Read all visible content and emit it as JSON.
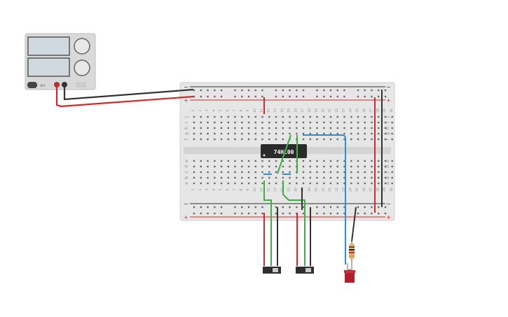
{
  "power_supply": {
    "display_top": "",
    "display_bottom": "",
    "knob_top_label": "",
    "knob_bottom_label": "",
    "button_label": "OFF"
  },
  "breadboard": {
    "row_letters_top": [
      "j",
      "i",
      "h",
      "g",
      "f"
    ],
    "row_letters_bottom": [
      "e",
      "d",
      "c",
      "b",
      "a"
    ],
    "rail_minus": "−",
    "rail_plus": "+",
    "column_numbers": [
      "1",
      "2",
      "3",
      "4",
      "5",
      "6",
      "7",
      "8",
      "9",
      "10",
      "11",
      "12",
      "13",
      "14",
      "15",
      "16",
      "17",
      "18",
      "19",
      "20",
      "21",
      "22",
      "23",
      "24",
      "25",
      "26",
      "27",
      "28",
      "29",
      "30"
    ]
  },
  "chip": {
    "label": "74HC00"
  },
  "components": {
    "slide_switch_1": "slide-switch",
    "slide_switch_2": "slide-switch",
    "resistor": "resistor",
    "led": "red-led"
  },
  "colors": {
    "wire_red": "#d62828",
    "wire_black": "#333333",
    "wire_green": "#3cb043",
    "wire_blue": "#2b8fd6",
    "board": "#e6e6e6",
    "led": "#b0202a",
    "chip": "#2b2b2b"
  }
}
